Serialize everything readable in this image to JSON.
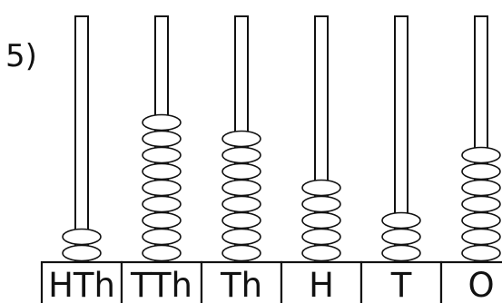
{
  "question_number": "5)",
  "columns": [
    {
      "label": "HTh",
      "beads": 2
    },
    {
      "label": "TTh",
      "beads": 9
    },
    {
      "label": "Th",
      "beads": 8
    },
    {
      "label": "H",
      "beads": 5
    },
    {
      "label": "T",
      "beads": 3
    },
    {
      "label": "O",
      "beads": 7
    }
  ]
}
